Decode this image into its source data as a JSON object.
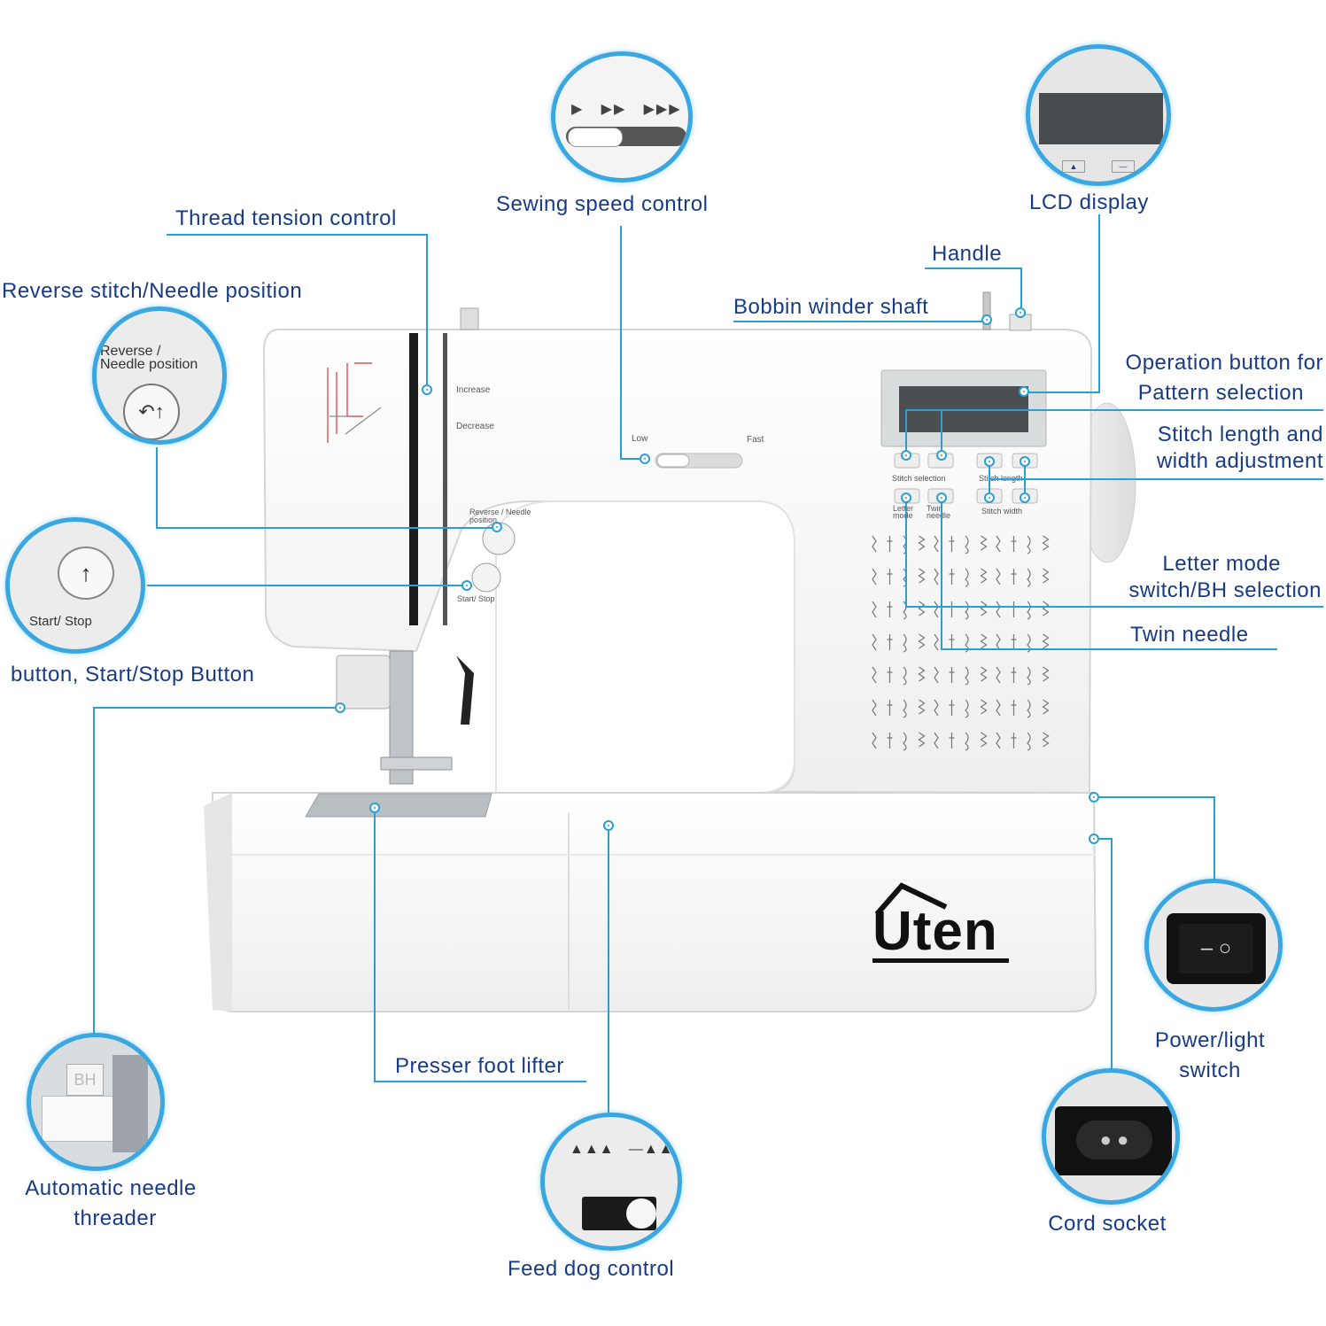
{
  "labels": {
    "sewing_speed": "Sewing  speed  control",
    "lcd_display": "LCD  display",
    "thread_tension": "Thread  tension  control",
    "reverse_needle": "Reverse  stitch/Needle  position",
    "handle": "Handle",
    "bobbin_winder": "Bobbin  winder  shaft",
    "operation_button_1": "Operation  button  for",
    "operation_button_2": "Pattern  selection",
    "stitch_adjust_1": "Stitch  length  and",
    "stitch_adjust_2": "width  adjustment",
    "letter_mode_1": "Letter  mode",
    "letter_mode_2": "switch/BH  selection",
    "twin_needle": "Twin  needle",
    "start_stop": "button,  Start/Stop  Button",
    "presser_foot": "Presser  foot  lifter",
    "needle_threader_1": "Automatic  needle",
    "needle_threader_2": "threader",
    "power_switch_1": "Power/light",
    "power_switch_2": "switch",
    "cord_socket": "Cord  socket",
    "feed_dog": "Feed  dog  control"
  },
  "zoom_texts": {
    "reverse_1": "Reverse /",
    "reverse_2": "Needle position",
    "start_stop": "Start/ Stop",
    "threader_bh": "BH"
  },
  "machine": {
    "brand": "Uten",
    "speed_low": "Low",
    "speed_fast": "Fast",
    "tension_increase": "Increase",
    "tension_decrease": "Decrease",
    "panel_reverse": "Reverse / Needle position",
    "panel_start": "Start/ Stop",
    "stitch_selection": "Stitch selection",
    "stitch_length": "Stitch length",
    "stitch_width": "Stitch width",
    "letter_mode": "Letter mode",
    "twin_needle": "Twin needle"
  },
  "colors": {
    "accent": "#2a9fd6",
    "label_text": "#173b86",
    "machine_body": "#ffffff"
  }
}
